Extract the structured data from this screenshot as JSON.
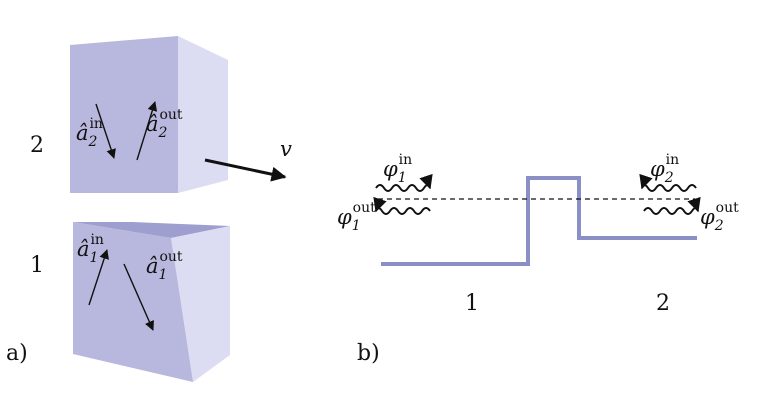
{
  "panel_a": {
    "label": "a)",
    "block_2": {
      "label": "2",
      "op_in": {
        "base": "â",
        "sub": "2",
        "sup": "in"
      },
      "op_out": {
        "base": "â",
        "sub": "2",
        "sup": "out"
      }
    },
    "block_1": {
      "label": "1",
      "op_in": {
        "base": "â",
        "sub": "1",
        "sup": "in"
      },
      "op_out": {
        "base": "â",
        "sub": "1",
        "sup": "out"
      }
    },
    "velocity_label": "v",
    "colors": {
      "front": "#b8b7dd",
      "side": "#dcdcf3",
      "top": "#9f9fcf"
    }
  },
  "panel_b": {
    "label": "b)",
    "region_1_label": "1",
    "region_2_label": "2",
    "phi_1_in": {
      "base": "φ",
      "sub": "1",
      "sup": "in"
    },
    "phi_1_out": {
      "base": "φ",
      "sub": "1",
      "sup": "out"
    },
    "phi_2_in": {
      "base": "φ",
      "sub": "2",
      "sup": "in"
    },
    "phi_2_out": {
      "base": "φ",
      "sub": "2",
      "sup": "out"
    },
    "potential_color": "#8a8fc6"
  }
}
